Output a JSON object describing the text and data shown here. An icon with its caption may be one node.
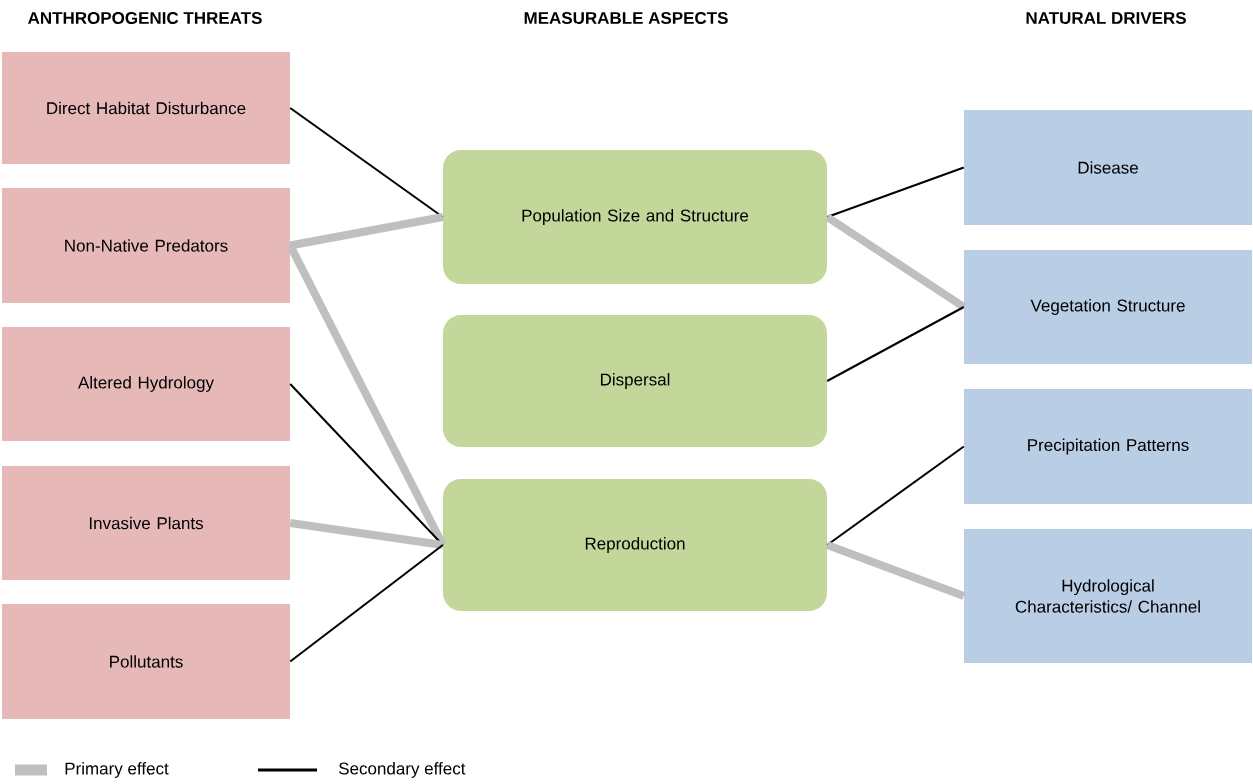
{
  "diagram": {
    "nodes": [
      {
        "text": [
          "Direct Habitat Disturbance"
        ]
      },
      {
        "text": [
          "Non-Native Predators"
        ]
      },
      {
        "text": [
          "Altered Hydrology"
        ]
      },
      {
        "text": [
          "Invasive Plants"
        ]
      },
      {
        "text": [
          "Pollutants"
        ]
      },
      {
        "text": [
          "Population Size and Structure"
        ]
      },
      {
        "text": [
          "Dispersal"
        ]
      },
      {
        "text": [
          "Reproduction"
        ]
      },
      {
        "text": [
          "Disease"
        ]
      },
      {
        "text": [
          "Vegetation Structure"
        ]
      },
      {
        "text": [
          "Precipitation Patterns"
        ]
      },
      {
        "text": [
          "Hydrological Characteristics/ Channel"
        ]
      }
    ],
    "edges": [
      {
        "from": 0,
        "to": 5,
        "arrow": "none"
      },
      {
        "from": 1,
        "to": 5,
        "arrow": "none",
        "style": "thick",
        "color": "#bfbfbf"
      },
      {
        "from": 1,
        "to": 7,
        "arrow": "none",
        "style": "thick",
        "color": "#bfbfbf"
      },
      {
        "from": 2,
        "to": 7,
        "arrow": "none"
      },
      {
        "from": 3,
        "to": 7,
        "arrow": "none",
        "style": "thick",
        "color": "#bfbfbf"
      },
      {
        "from": 4,
        "to": 7,
        "arrow": "none"
      },
      {
        "from": 5,
        "to": 8,
        "arrow": "none"
      },
      {
        "from": 5,
        "to": 9,
        "arrow": "none",
        "style": "thick",
        "color": "#bfbfbf"
      },
      {
        "from": 6,
        "to": 9,
        "arrow": "none"
      },
      {
        "from": 7,
        "to": 10,
        "arrow": "none"
      },
      {
        "from": 7,
        "to": 11,
        "arrow": "none",
        "style": "thick",
        "color": "#bfbfbf"
      }
    ],
    "labels": [
      "ANTHROPOGENIC THREATS",
      "MEASURABLE ASPECTS",
      "NATURAL DRIVERS"
    ],
    "legend": [
      {
        "text": "Primary effect",
        "color": "#bfbfbf"
      },
      {
        "text": "Secondary effect",
        "color": "#000000"
      }
    ]
  }
}
